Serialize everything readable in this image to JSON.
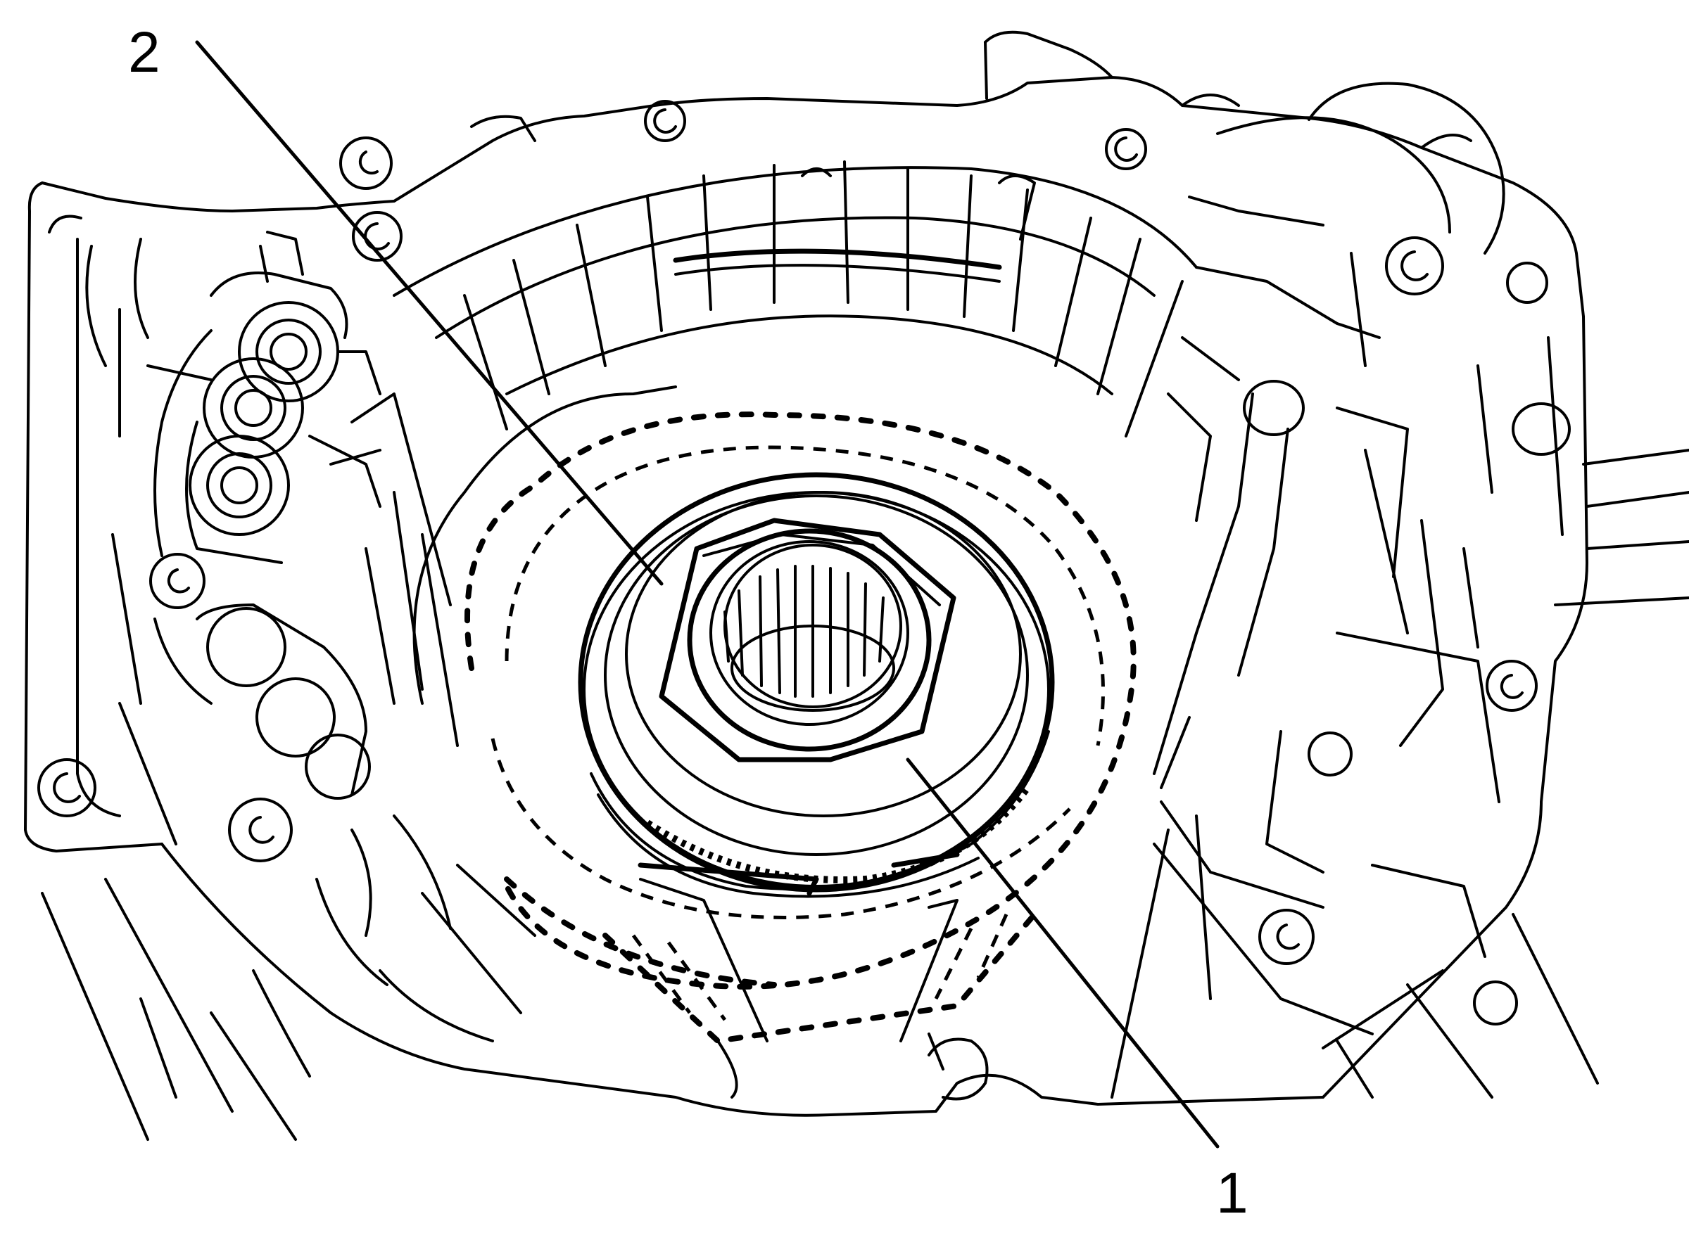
{
  "diagram": {
    "callouts": [
      {
        "id": "callout-1",
        "label": "1"
      },
      {
        "id": "callout-2",
        "label": "2"
      }
    ]
  },
  "colors": {
    "ink": "#000000",
    "background": "#ffffff"
  }
}
